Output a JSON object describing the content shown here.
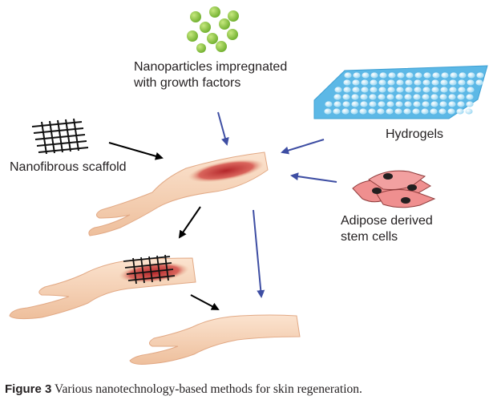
{
  "labels": {
    "nanoparticles": [
      "Nanoparticles impregnated",
      "with growth factors"
    ],
    "hydrogels": "Hydrogels",
    "scaffold": "Nanofibrous scaffold",
    "adipose": [
      "Adipose derived",
      "stem cells"
    ]
  },
  "caption": {
    "prefix": "Figure 3",
    "text": "Various nanotechnology-based methods for skin regeneration."
  },
  "colors": {
    "skin": "#f6d2b4",
    "skin_shade": "#e7b593",
    "wound": "#c8302f",
    "nanoparticle": "#8cc63f",
    "hydrogel": "#5cb8e6",
    "cell": "#ef8f8f",
    "nucleus": "#231f20",
    "arrow_black": "#000000",
    "arrow_blue": "#3e4ea3"
  },
  "icons": [
    "nanoparticles-icon",
    "hydrogel-icon",
    "scaffold-mesh-icon",
    "stem-cells-icon",
    "arm-icon"
  ]
}
